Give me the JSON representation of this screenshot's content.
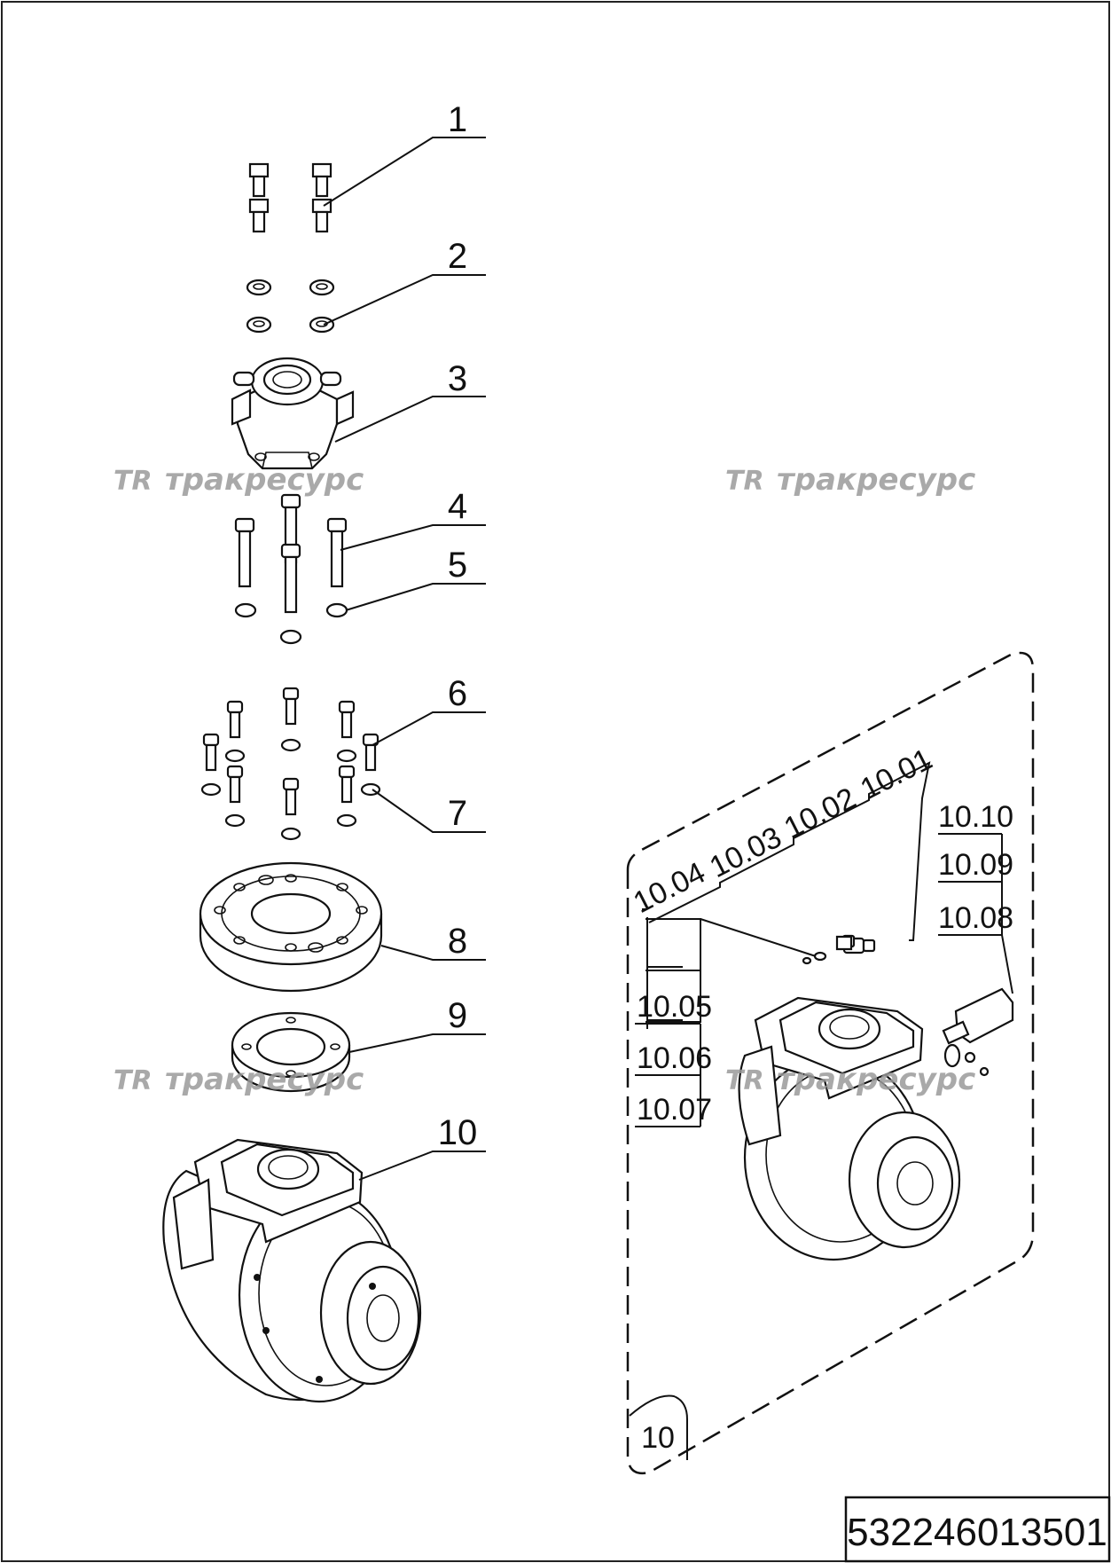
{
  "callouts": [
    "1",
    "2",
    "3",
    "4",
    "5",
    "6",
    "7",
    "8",
    "9",
    "10"
  ],
  "detail": {
    "top_labels": [
      "10.04",
      "10.03",
      "10.02",
      "10.01"
    ],
    "right_labels": [
      "10.10",
      "10.09",
      "10.08"
    ],
    "left_labels": [
      "10.05",
      "10.06",
      "10.07"
    ],
    "tag": "10"
  },
  "watermark": {
    "logo": "TR",
    "text": "тракресурс"
  },
  "document_number": "532246013501"
}
